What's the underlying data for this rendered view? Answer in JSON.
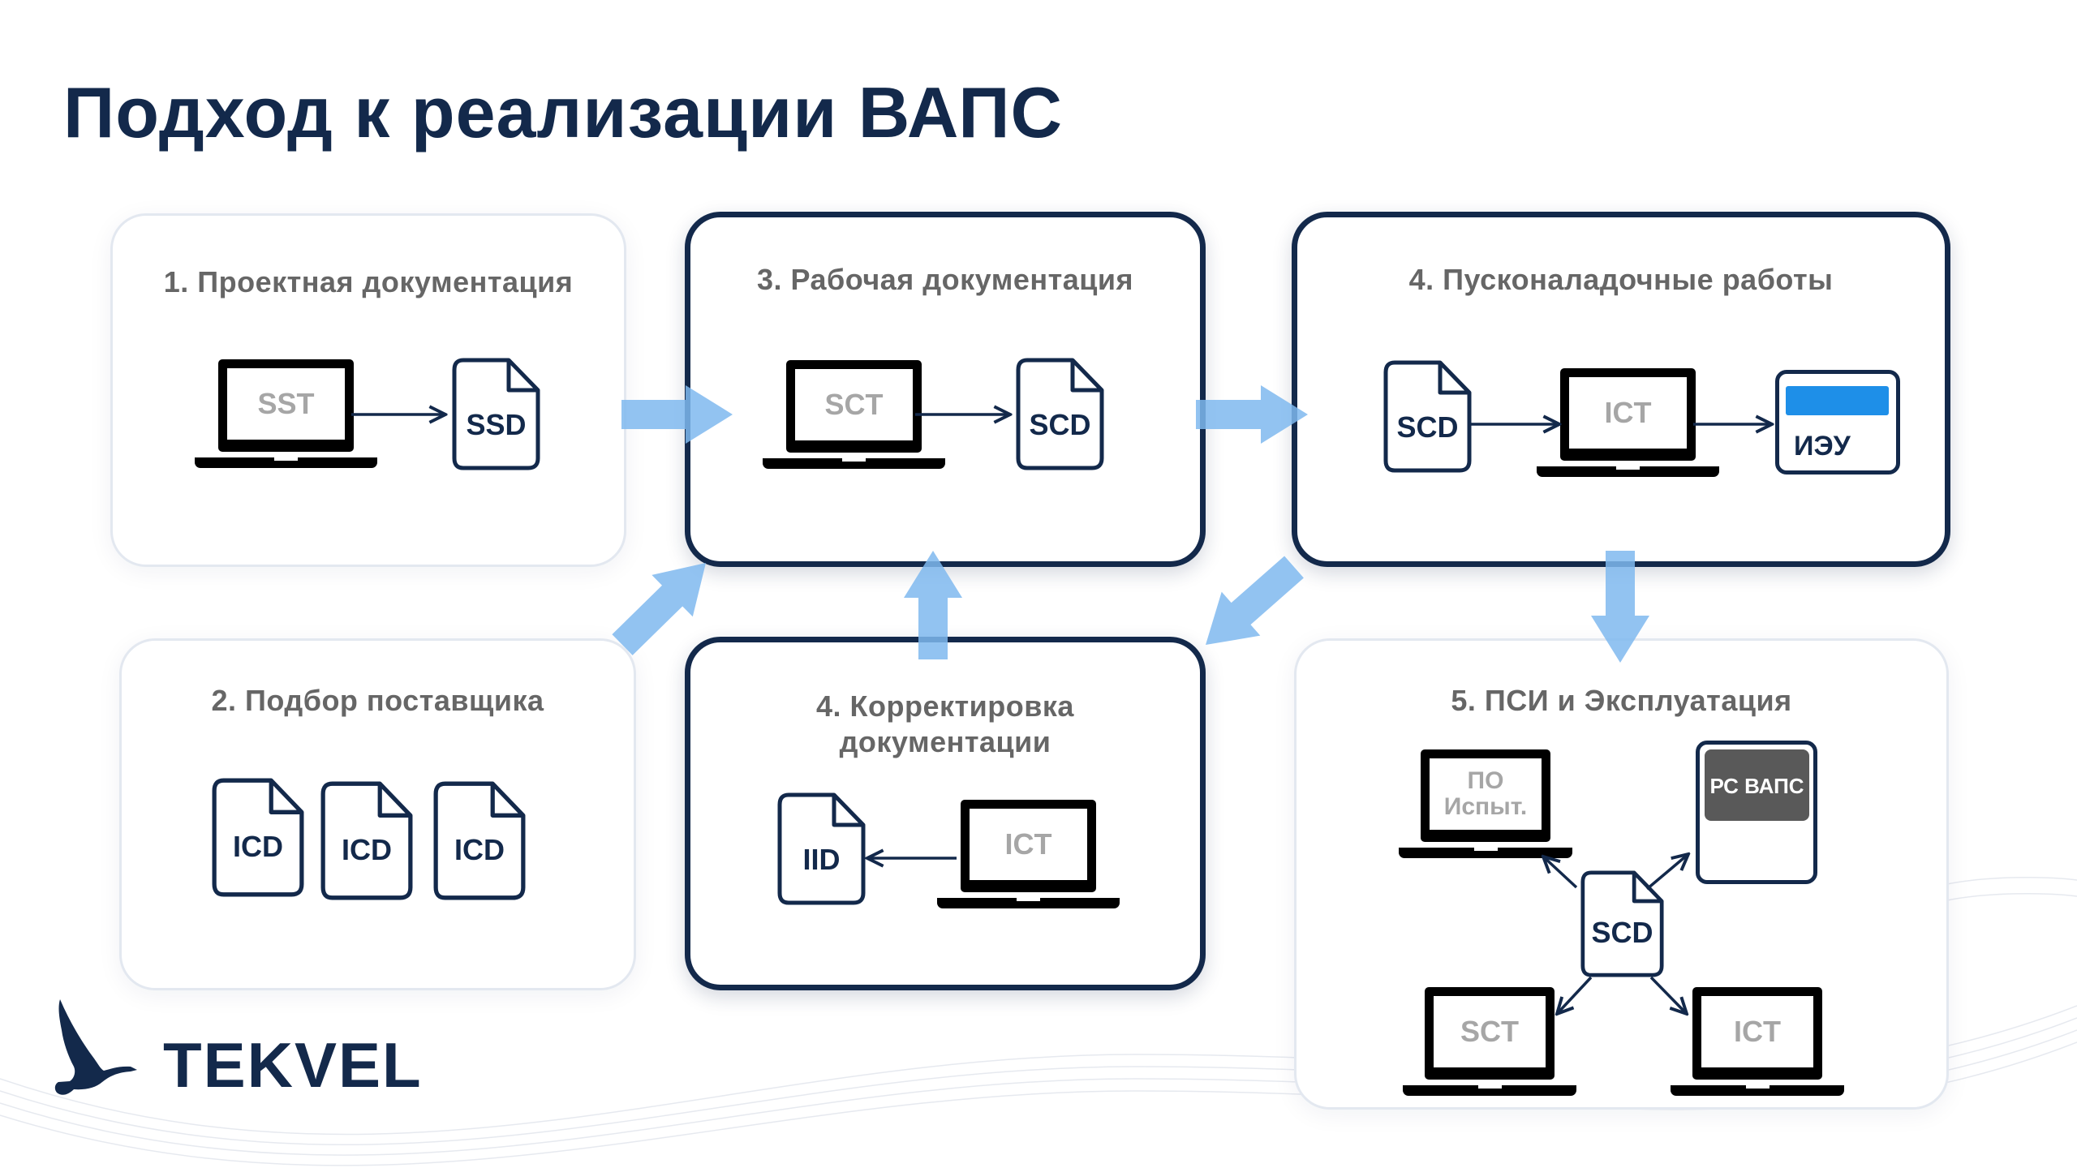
{
  "title": "Подход к реализации ВАПС",
  "colors": {
    "primary": "#13294b",
    "flow_arrow": "#7fb8ee",
    "device_bar": "#1e8fe8",
    "label_gray": "#a6a6a6"
  },
  "boxes": {
    "b1": {
      "title": "1. Проектная документация",
      "laptop": "SST",
      "doc": "SSD"
    },
    "b2": {
      "title": "2. Подбор поставщика",
      "docs": [
        "ICD",
        "ICD",
        "ICD"
      ]
    },
    "b3": {
      "title": "3. Рабочая документация",
      "laptop": "SCT",
      "doc": "SCD"
    },
    "b4": {
      "title": "4. Пусконаладочные работы",
      "doc": "SCD",
      "laptop": "ICT",
      "device": "ИЭУ"
    },
    "b4b": {
      "title_line1": "4. Корректировка",
      "title_line2": "документации",
      "doc": "IID",
      "laptop": "ICT"
    },
    "b5": {
      "title": "5. ПСИ и Эксплуатация",
      "laptop_test_line1": "ПО",
      "laptop_test_line2": "Испыт.",
      "device": "РС ВАПС",
      "doc": "SCD",
      "laptop_sct": "SCT",
      "laptop_ict": "ICT"
    }
  },
  "logo": {
    "text": "TEKVEL"
  }
}
